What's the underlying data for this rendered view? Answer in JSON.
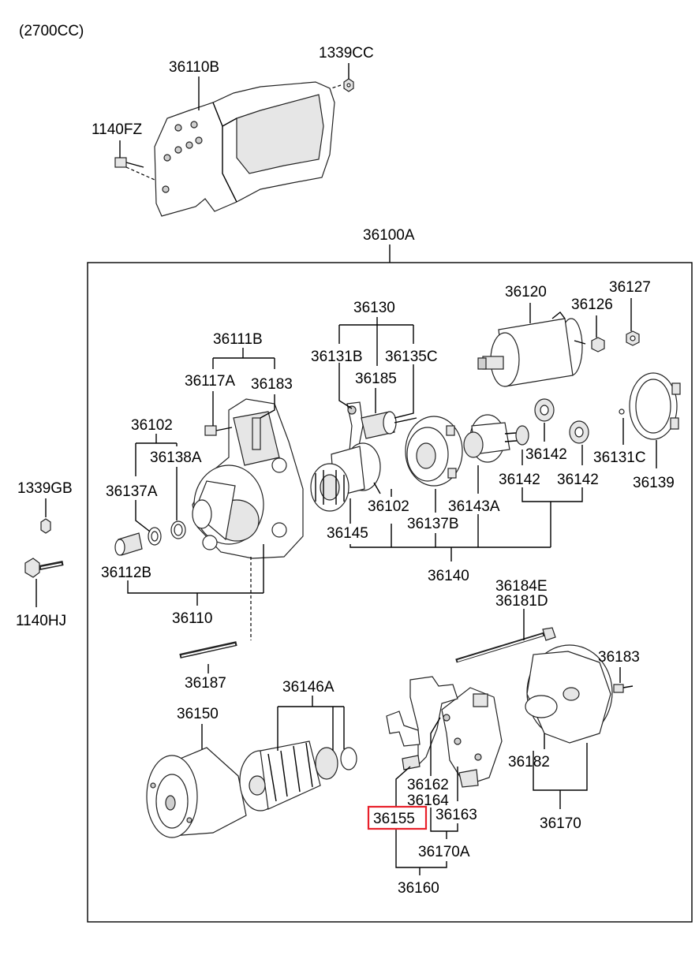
{
  "header": {
    "engine": "(2700CC)"
  },
  "labels": {
    "p36110B": "36110B",
    "p1339CC": "1339CC",
    "p1140FZ": "1140FZ",
    "p36100A": "36100A",
    "p36130": "36130",
    "p36120": "36120",
    "p36127": "36127",
    "p36126": "36126",
    "p36111B": "36111B",
    "p36131B": "36131B",
    "p36135C": "36135C",
    "p36185": "36185",
    "p36117A": "36117A",
    "p36183a": "36183",
    "p36102a": "36102",
    "p36138A": "36138A",
    "p1339GB": "1339GB",
    "p36137A": "36137A",
    "p36142a": "36142",
    "p36131C": "36131C",
    "p36142b": "36142",
    "p36142c": "36142",
    "p36139": "36139",
    "p36102b": "36102",
    "p36143A": "36143A",
    "p36137B": "36137B",
    "p36145": "36145",
    "p36112B": "36112B",
    "p36140": "36140",
    "p1140HJ": "1140HJ",
    "p36110": "36110",
    "p36184E": "36184E",
    "p36181D": "36181D",
    "p36183b": "36183",
    "p36187": "36187",
    "p36146A": "36146A",
    "p36150": "36150",
    "p36182": "36182",
    "p36162": "36162",
    "p36164": "36164",
    "p36163": "36163",
    "p36155": "36155",
    "p36170": "36170",
    "p36170A": "36170A",
    "p36160": "36160"
  },
  "highlight": {
    "part": "36155",
    "color": "#e8202a"
  }
}
